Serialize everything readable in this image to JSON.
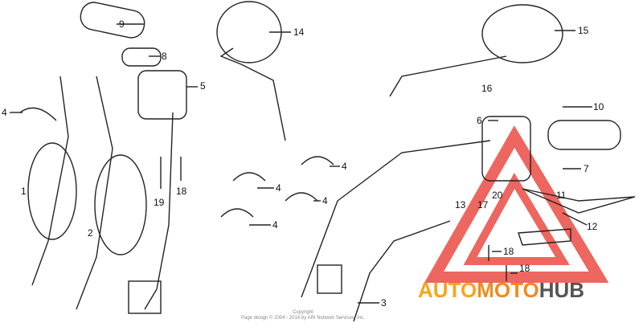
{
  "diagram": {
    "callouts": [
      "9",
      "8",
      "14",
      "15",
      "5",
      "4",
      "1",
      "2",
      "19",
      "18",
      "16",
      "10",
      "6",
      "7",
      "4",
      "4",
      "4",
      "4",
      "13",
      "17",
      "20",
      "11",
      "12",
      "18",
      "18",
      "3"
    ]
  },
  "copyright": {
    "line1": "Copyright",
    "line2": "Page design © 2004 - 2014 by ARI Network Services, Inc."
  },
  "watermark": {
    "part1": "AUTO",
    "part2": "MOTO",
    "part3": "HUB",
    "colors": {
      "triangle": "#e8332a",
      "auto": "#f7a51c",
      "moto": "#f28a1e",
      "hub": "#555555"
    }
  }
}
